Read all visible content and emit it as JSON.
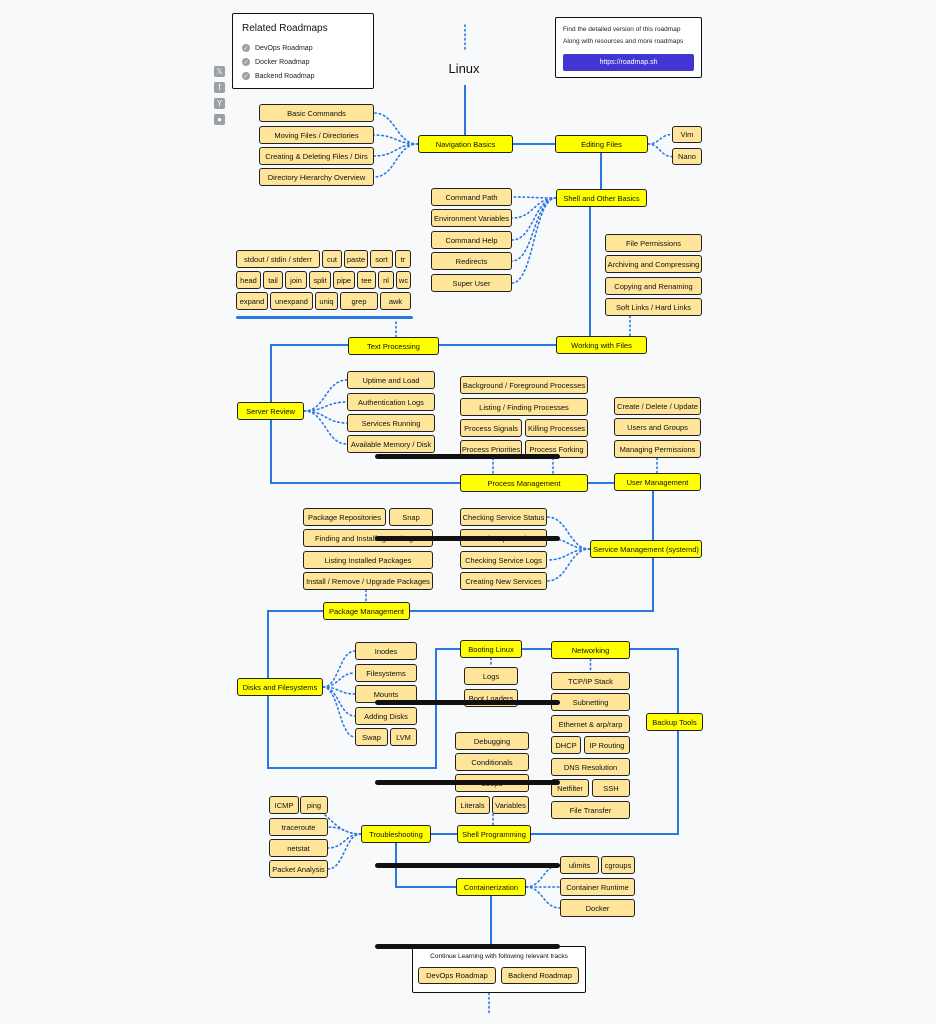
{
  "title": "Linux",
  "related": {
    "heading": "Related Roadmaps",
    "items": [
      "DevOps Roadmap",
      "Docker Roadmap",
      "Backend Roadmap"
    ]
  },
  "promo": {
    "line1": "Find the detailed version of this roadmap",
    "line2": "Along with resources and more roadmaps",
    "button": "https://roadmap.sh"
  },
  "social_icons": [
    "x-icon",
    "facebook-icon",
    "hackernews-icon",
    "reddit-icon"
  ],
  "colors": {
    "topic": "#ffff00",
    "subtopic": "#ffe599",
    "edge": "#2b78e4",
    "dots": "#2b78e4"
  },
  "nodes": {
    "nav_basics": "Navigation Basics",
    "basic_commands": "Basic Commands",
    "moving_files": "Moving Files / Directories",
    "creating_deleting": "Creating & Deleting Files / Dirs",
    "dir_hierarchy": "Directory Hierarchy Overview",
    "editing_files": "Editing Files",
    "vim": "Vim",
    "nano": "Nano",
    "shell_basics": "Shell and Other Basics",
    "command_path": "Command Path",
    "env_vars": "Environment Variables",
    "command_help": "Command Help",
    "redirects": "Redirects",
    "super_user": "Super User",
    "stdout": "stdout / stdin / stderr",
    "cut": "cut",
    "paste": "paste",
    "sort": "sort",
    "tr": "tr",
    "head": "head",
    "tail": "tail",
    "join": "join",
    "split": "split",
    "pipe": "pipe",
    "tee": "tee",
    "nl": "nl",
    "wc": "wc",
    "expand": "expand",
    "unexpand": "unexpand",
    "uniq": "uniq",
    "grep": "grep",
    "awk": "awk",
    "file_permissions": "File Permissions",
    "archiving": "Archiving and Compressing",
    "copying": "Copying and Renaming",
    "soft_links": "Soft Links / Hard Links",
    "text_processing": "Text Processing",
    "working_files": "Working with Files",
    "server_review": "Server Review",
    "uptime": "Uptime and Load",
    "auth_logs": "Authentication Logs",
    "services_running": "Services Running",
    "avail_memory": "Available Memory / Disk",
    "bg_fg": "Background / Foreground Processes",
    "listing_proc": "Listing / Finding Processes",
    "proc_signals": "Process Signals",
    "killing_proc": "Killing Processes",
    "proc_priorities": "Process Priorities",
    "proc_forking": "Process Forking",
    "process_mgmt": "Process Management",
    "create_delete": "Create / Delete / Update",
    "users_groups": "Users and Groups",
    "managing_perms": "Managing Permissions",
    "user_mgmt": "User Management",
    "pkg_repos": "Package Repositories",
    "snap": "Snap",
    "finding_installing": "Finding and Installing Packages",
    "listing_installed": "Listing Installed Packages",
    "install_remove": "Install / Remove / Upgrade Packages",
    "pkg_mgmt": "Package Management",
    "checking_status": "Checking Service Status",
    "start_stop": "Start / Stop Services",
    "checking_logs": "Checking Service Logs",
    "creating_services": "Creating New Services",
    "service_mgmt": "Service Management (systemd)",
    "disks_fs": "Disks and Filesystems",
    "inodes": "Inodes",
    "filesystems": "Filesystems",
    "mounts": "Mounts",
    "adding_disks": "Adding Disks",
    "swap": "Swap",
    "lvm": "LVM",
    "booting": "Booting Linux",
    "logs": "Logs",
    "boot_loaders": "Boot Loaders",
    "networking": "Networking",
    "tcpip": "TCP/IP Stack",
    "subnetting": "Subnetting",
    "ethernet": "Ethernet & arp/rarp",
    "dhcp": "DHCP",
    "ip_routing": "IP Routing",
    "dns": "DNS Resolution",
    "netfilter": "Netfilter",
    "ssh": "SSH",
    "file_transfer": "File Transfer",
    "backup_tools": "Backup Tools",
    "debugging": "Debugging",
    "conditionals": "Conditionals",
    "loops": "Loops",
    "literals": "Literals",
    "variables": "Variables",
    "shell_programming": "Shell Programming",
    "icmp": "ICMP",
    "ping": "ping",
    "traceroute": "traceroute",
    "netstat": "netstat",
    "packet_analysis": "Packet Analysis",
    "troubleshooting": "Troubleshooting",
    "ulimits": "ulimits",
    "cgroups": "cgroups",
    "container_runtime": "Container Runtime",
    "docker": "Docker",
    "containerization": "Containerization",
    "devops_roadmap": "DevOps Roadmap",
    "backend_roadmap": "Backend Roadmap"
  },
  "continue_heading": "Continue Learning with following relevant tracks"
}
